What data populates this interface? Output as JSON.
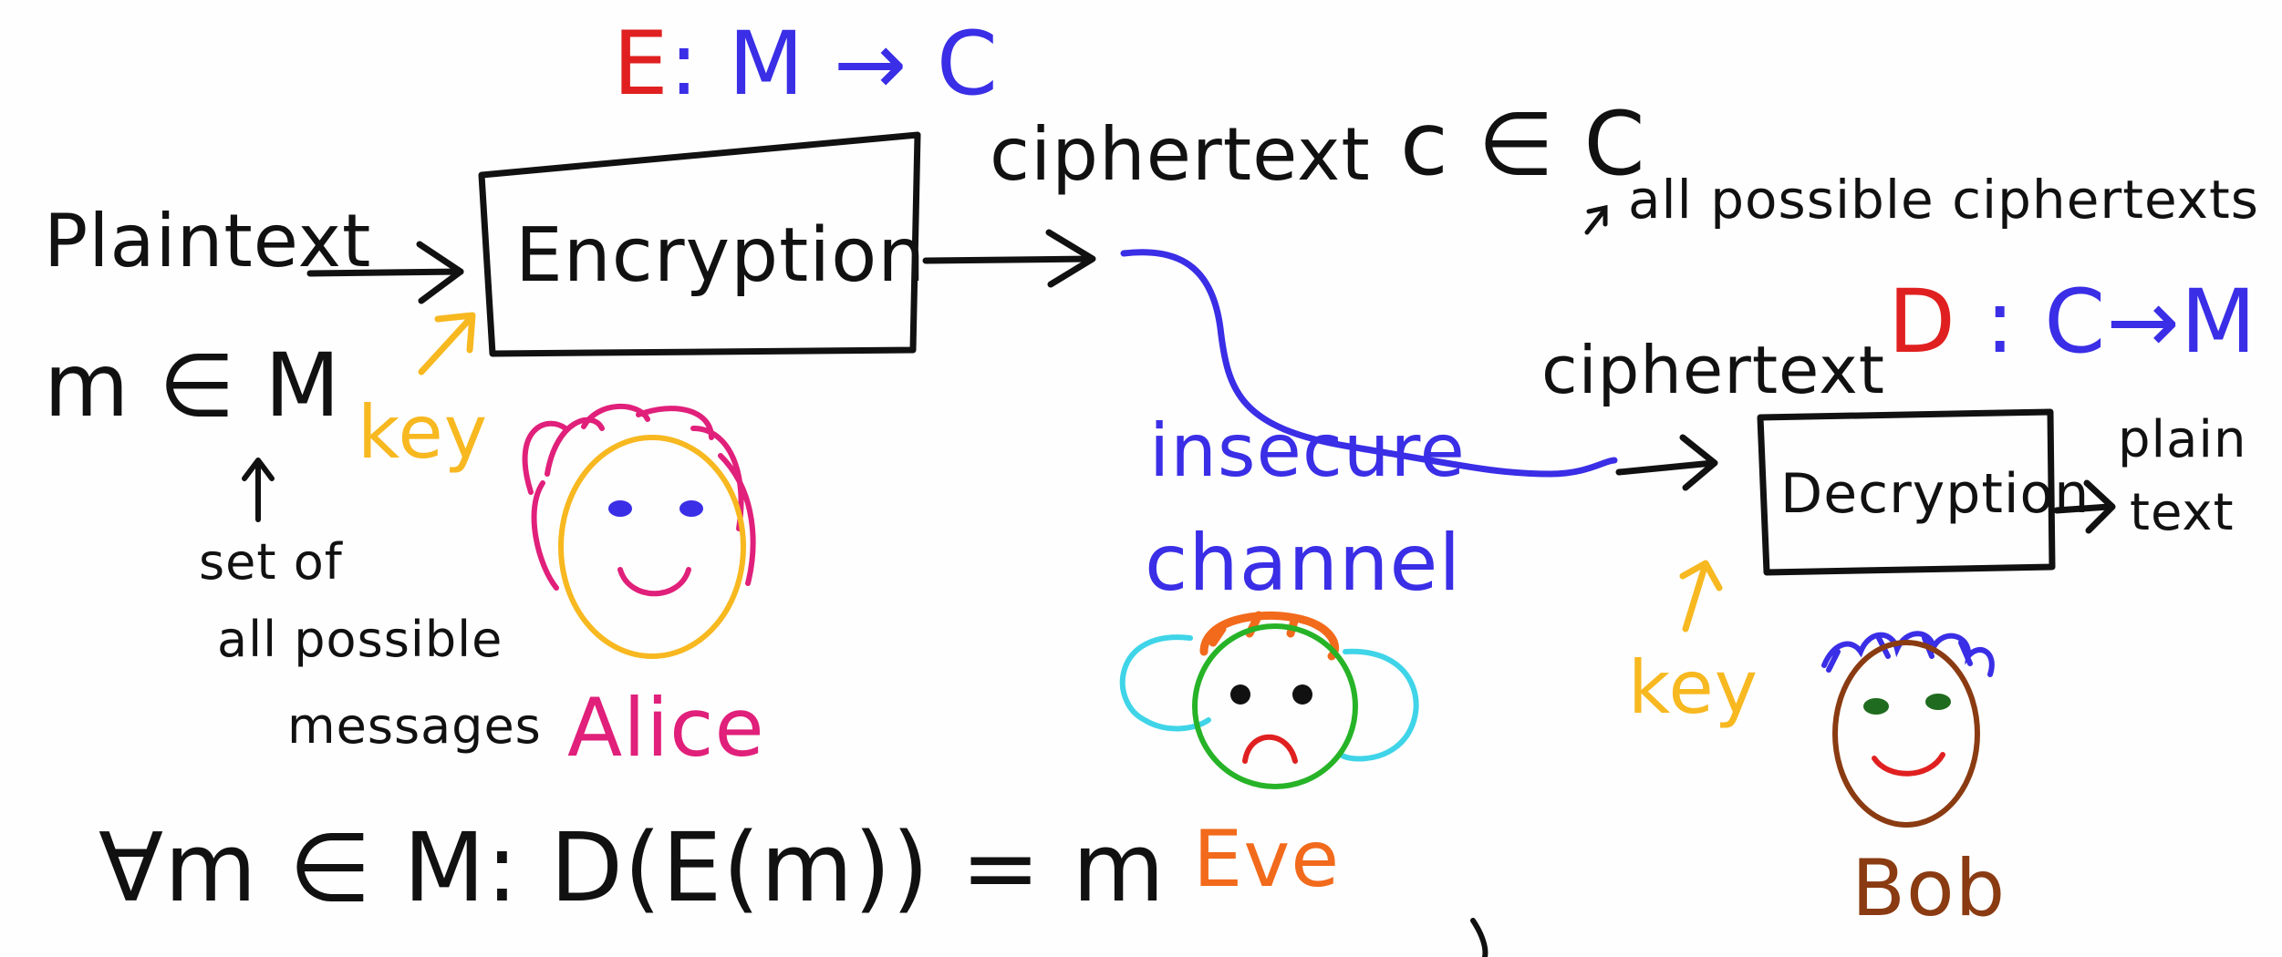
{
  "colors": {
    "ink": "#111111",
    "red": "#e02020",
    "blue": "#3a2ee6",
    "yellow": "#f7b820",
    "magenta": "#e0207a",
    "orange": "#f26a1b",
    "green": "#27b327",
    "cyan": "#3fd4e8",
    "brown": "#8a3b12",
    "dark_green": "#1f6b1f"
  },
  "encryption_fn": {
    "E": "E",
    "sep": ":",
    "domain": "M",
    "arrow": "→",
    "codomain": "C"
  },
  "decryption_fn": {
    "D": "D",
    "sep": ":",
    "domain": "C",
    "arrow": "→",
    "codomain": "M"
  },
  "labels": {
    "plaintext_in": "Plaintext",
    "message_space": "m ∈ M",
    "message_space_note": [
      "set of",
      "all possible",
      "messages"
    ],
    "key_alice": "key",
    "encryption_box": "Encryption",
    "ciphertext_out": "ciphertext",
    "cipher_space": "c ∈ C",
    "cipher_space_note": "all possible ciphertexts",
    "channel": [
      "insecure",
      "channel"
    ],
    "ciphertext_in": "ciphertext",
    "decryption_box": "Decryption",
    "plaintext_out": [
      "plain",
      "text"
    ],
    "key_bob": "key",
    "correctness": "∀m ∈ M: D(E(m)) = m"
  },
  "characters": {
    "alice": "Alice",
    "eve": "Eve",
    "bob": "Bob"
  }
}
